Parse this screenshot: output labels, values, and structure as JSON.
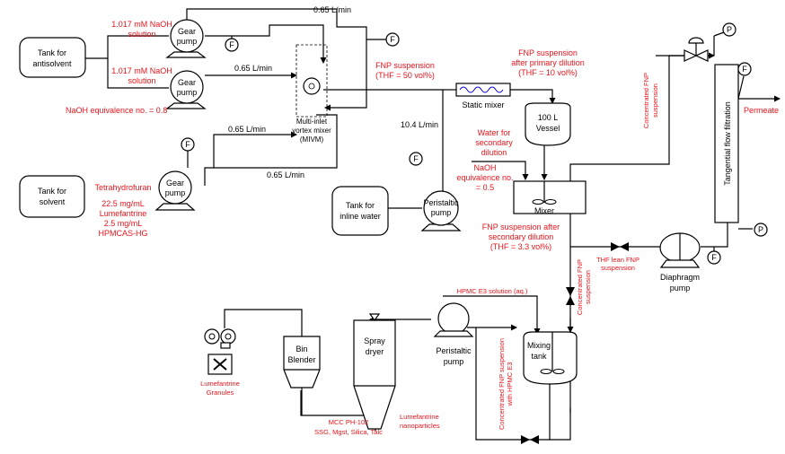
{
  "equipment": {
    "tank_antisolvent": [
      "Tank for",
      "antisolvent"
    ],
    "tank_solvent": [
      "Tank for",
      "solvent"
    ],
    "tank_inline_water": [
      "Tank for",
      "inline water"
    ],
    "gear_pump": [
      "Gear",
      "pump"
    ],
    "mivm": [
      "Multi-inlet",
      "vortex mixer",
      "(MIVM)"
    ],
    "static_mixer": "Static mixer",
    "vessel": [
      "100 L",
      "Vessel"
    ],
    "mixer": "Mixer",
    "peristaltic_pump": [
      "Peristaltic",
      "pump"
    ],
    "tff": "Tangential flow filtration",
    "diaphragm_pump": [
      "Diaphragm",
      "pump"
    ],
    "mixing_tank": [
      "Mixing",
      "tank"
    ],
    "spray_dryer": [
      "Spray",
      "dryer"
    ],
    "bin_blender": [
      "Bin",
      "Blender"
    ]
  },
  "instruments": {
    "flow": "F",
    "pressure": "P"
  },
  "labels": {
    "naoh_top": [
      "1.017 mM  NaOH",
      "solution"
    ],
    "naoh_mid": [
      "1.017 mM  NaOH",
      "solution"
    ],
    "naoh_equiv": "NaOH equivalence no. = 0.8",
    "flow_top": "0.65 L/min",
    "flow_mid": "0.65 L/min",
    "flow_low": "0.65 L/min",
    "flow_bottom": "0.65 L/min",
    "flow_water": "10.4 L/min",
    "thf": "Tetrahydrofuran",
    "solvent_comp": [
      "22.5 mg/mL",
      "Lumefantrine",
      "2.5 mg/mL",
      "HPMCAS-HG"
    ],
    "fnp_50": [
      "FNP suspension",
      "(THF = 50 vol%)"
    ],
    "fnp_10": [
      "FNP suspension",
      "after primary dilution",
      "(THF = 10 vol%)"
    ],
    "water_secondary": [
      "Water for",
      "secondary",
      "dilution"
    ],
    "naoh_equiv2": [
      "NaOH",
      "equivalence no.",
      "= 0.5"
    ],
    "fnp_33": [
      "FNP suspension after",
      "secondary dilution",
      "(THF = 3.3 vol%)"
    ],
    "conc_fnp_vertical": [
      "Concentrated FNP",
      "suspension"
    ],
    "permeate": "Permeate",
    "thf_lean": [
      "THF lean FNP",
      "suspension"
    ],
    "conc_fnp_lower": [
      "Concentrated FNP",
      "suspension"
    ],
    "hpmc_e3": "HPMC E3 solution (aq.)",
    "conc_fnp_e3": [
      "Concentrated FNP suspension",
      "with HPMC E3"
    ],
    "lume_nano": [
      "Lumefantrine",
      "nanoparticles"
    ],
    "excipients": [
      "MCC PH-102",
      "SSG, Mgst, Silica, Talc"
    ],
    "granules": [
      "Lumefantrine",
      "Granules"
    ]
  }
}
